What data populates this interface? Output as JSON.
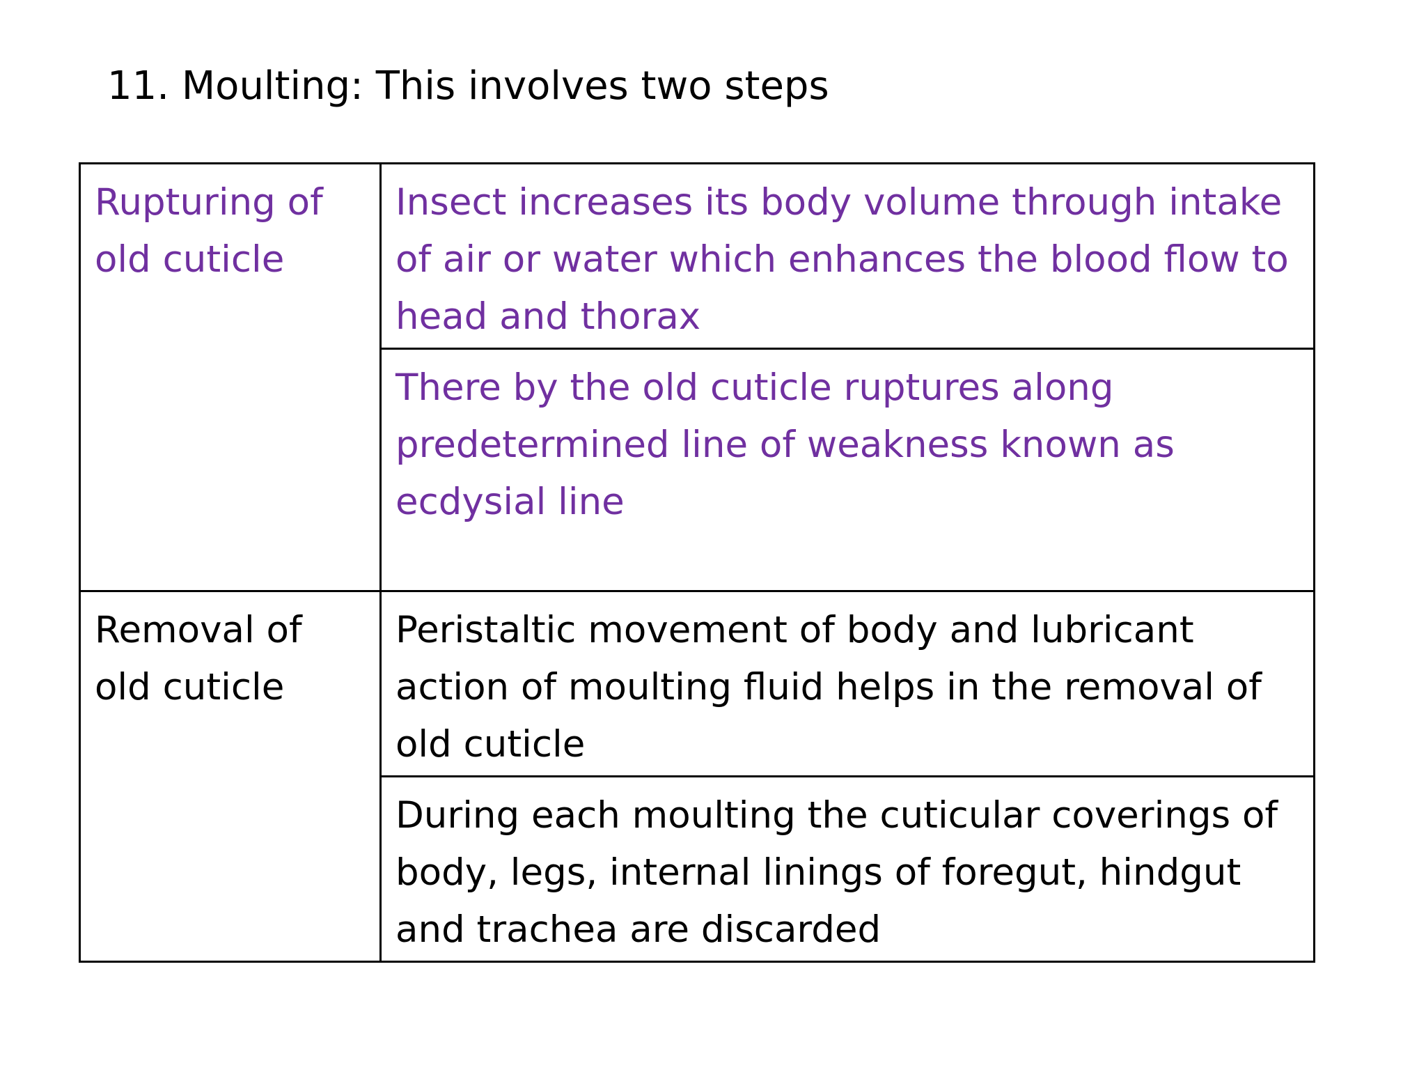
{
  "title": "11. Moulting: This involves two steps",
  "colors": {
    "accent": "#7030a0",
    "text": "#000000",
    "border": "#000000",
    "background": "#ffffff"
  },
  "steps": [
    {
      "name": "Rupturing of old cuticle",
      "details": [
        "Insect increases its body volume  through intake of air or water which enhances the blood flow to head and thorax",
        "There by the old cuticle ruptures along predetermined line of weakness known as ecdysial line"
      ]
    },
    {
      "name": "Removal of old cuticle",
      "details": [
        "Peristaltic movement of body and lubricant action of moulting fluid helps in the removal of old cuticle",
        "During each moulting the cuticular coverings of body, legs, internal linings of foregut, hindgut and trachea are discarded"
      ]
    }
  ]
}
